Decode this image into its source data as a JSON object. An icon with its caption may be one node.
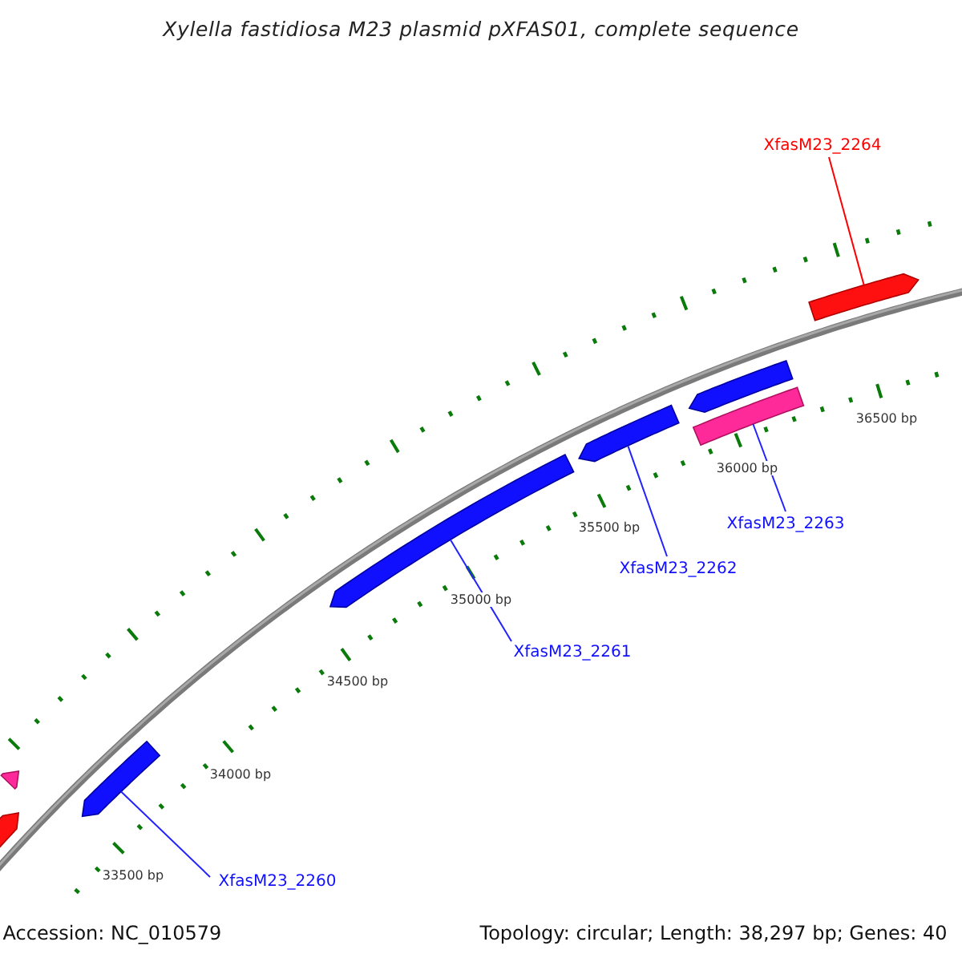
{
  "diagram": {
    "title": "Xylella fastidiosa M23 plasmid pXFAS01, complete sequence",
    "nodes": [
      {
        "text": [
          "XfasM23_2264"
        ]
      },
      {
        "text": [
          "XfasM23_2263"
        ]
      },
      {
        "text": [
          "XfasM23_2262"
        ]
      },
      {
        "text": [
          "XfasM23_2261"
        ]
      },
      {
        "text": [
          "XfasM23_2260"
        ]
      },
      {
        "text": [],
        "shape": "arrow"
      },
      {
        "text": [],
        "shape": "arrow"
      },
      {
        "text": [],
        "shape": "arrow"
      },
      {
        "text": [],
        "shape": "arrow"
      },
      {
        "text": [],
        "shape": "arrow"
      },
      {
        "text": [],
        "shape": "arrow"
      },
      {
        "text": [],
        "shape": "bar"
      },
      {
        "text": [],
        "shape": "arrow"
      }
    ],
    "edges": [
      {
        "from": 0,
        "to": 12,
        "arrow": "none",
        "color": "#ff0000"
      },
      {
        "from": 1,
        "to": 11,
        "arrow": "none"
      },
      {
        "from": 2,
        "to": 9,
        "arrow": "none"
      },
      {
        "from": 3,
        "to": 8,
        "arrow": "none"
      },
      {
        "from": 4,
        "to": 7,
        "arrow": "none"
      }
    ],
    "labels": [
      "36500 bp",
      "36000 bp",
      "35500 bp",
      "35000 bp",
      "34500 bp",
      "34000 bp",
      "33500 bp",
      "Accession: NC_010579",
      "Topology: circular; Length: 38,297 bp; Genes: 40"
    ]
  }
}
